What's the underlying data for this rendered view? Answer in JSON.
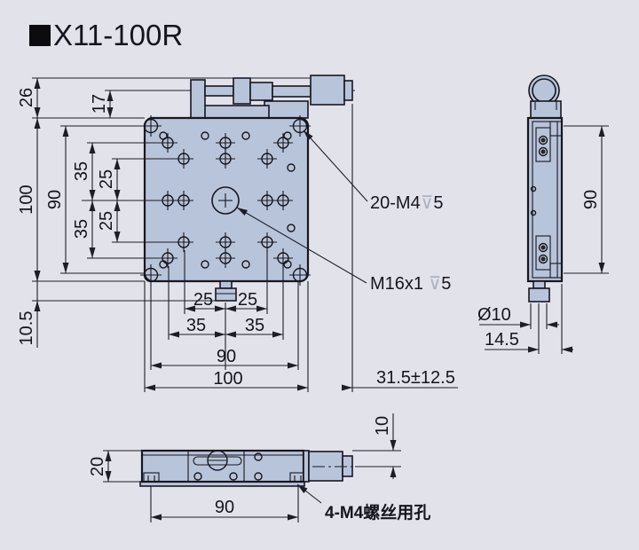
{
  "title": {
    "bullet": "■",
    "text": "X11-100R"
  },
  "front_view": {
    "dimensions": {
      "top_height": "26",
      "bracket_height": "17",
      "width_total": "100",
      "hole_span": "90",
      "hole_35_upper": "35",
      "hole_25_upper": "25",
      "hole_25_lower": "25",
      "hole_35_lower": "35",
      "knob_offset": "10.5",
      "bottom_25_left": "25",
      "bottom_25_right": "25",
      "bottom_35_left": "35",
      "bottom_35_right": "35",
      "bottom_hole_span": "90",
      "bottom_width_total": "100",
      "travel_range": "31.5±12.5"
    },
    "annotations": {
      "thread_holes": {
        "prefix": "20-M4",
        "depth_symbol": "⊽",
        "depth_value": "5"
      },
      "center_thread": {
        "prefix": "M16x1 ",
        "depth_symbol": "⊽",
        "depth_value": "5"
      }
    }
  },
  "side_view": {
    "dimensions": {
      "hole_span": "90",
      "knob_diameter": "Ø10",
      "knob_offset": "14.5"
    }
  },
  "bottom_view": {
    "dimensions": {
      "body_height": "20",
      "knob_center_offset": "10",
      "screw_span": "90"
    },
    "annotations": {
      "screw_holes": "4-M4螺丝用孔"
    }
  },
  "colors": {
    "background": "#e2e3ea",
    "part_fill": "#b8c4da",
    "line": "#17171f",
    "dimension_line": "#1d1d27",
    "depth_symbol": "#adb2c2",
    "text": "#15151e"
  }
}
